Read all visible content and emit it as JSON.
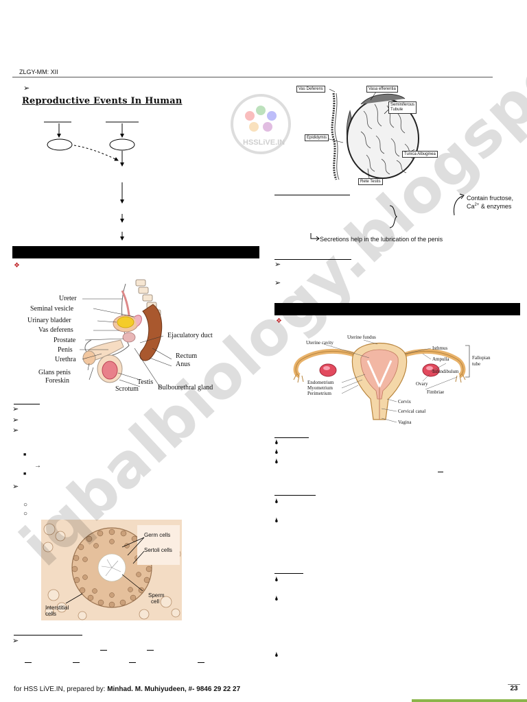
{
  "header": {
    "text": "ZLGY-MM: XII"
  },
  "title": "Reproductive Events In Human",
  "right_notes": {
    "contain": "Contain fructose,",
    "ca": "Ca",
    "ca_sup": "2+",
    "enzymes": "& enzymes",
    "secretions": "Secretions help in the lubrication of the penis"
  },
  "testis_labels": {
    "vas_deferens": "Vas Deferens",
    "vasa_efferentia": "Vasa efferentia",
    "seminiferous": "Seminiferous",
    "tubule": "Tubule",
    "epididymis": "Epididymis",
    "tunica": "Tunica Albuginea",
    "rete": "Rete Testis"
  },
  "male_labels": {
    "ureter": "Ureter",
    "seminal_vesicle": "Seminal vesicle",
    "urinary_bladder": "Urinary bladder",
    "vas_deferens": "Vas deferens",
    "prostate": "Prostate",
    "penis": "Penis",
    "urethra": "Urethra",
    "glans_penis": "Glans penis",
    "foreskin": "Foreskin",
    "ejaculatory_duct": "Ejaculatory duct",
    "rectum": "Rectum",
    "anus": "Anus",
    "testis": "Testis",
    "scrotum": "Scrotum",
    "bulbourethral": "Bulbourethral gland"
  },
  "female_labels": {
    "uterine_cavity": "Uterine cavity",
    "uterine_fundus": "Uterine fundus",
    "isthmus": "Isthmus",
    "ampulla": "Ampulla",
    "infundibulum": "Infundibulum",
    "fallopian": "Fallopian",
    "tube": "tube",
    "endometrium": "Endometrium",
    "myometrium": "Myometrium",
    "perimetrium": "Perimetrium",
    "ovary": "Ovary",
    "fimbriae": "Fimbriae",
    "cervix": "Cervix",
    "cervical_canal": "Cervical canal",
    "vagina": "Vagina"
  },
  "tubule_labels": {
    "germ": "Germ cells",
    "sertoli": "Sertoli cells",
    "sperm1": "Sperm",
    "sperm2": "cell",
    "interstitial1": "Interstitial",
    "interstitial2": "cells"
  },
  "watermark": "iqbalbiology.blogspot.com",
  "footer": {
    "prefix": "for HSS LiVE.IN, prepared by:",
    "author": "Minhad. M. Muhiyudeen, #- 9846 29 22 27"
  },
  "page_number": "23"
}
